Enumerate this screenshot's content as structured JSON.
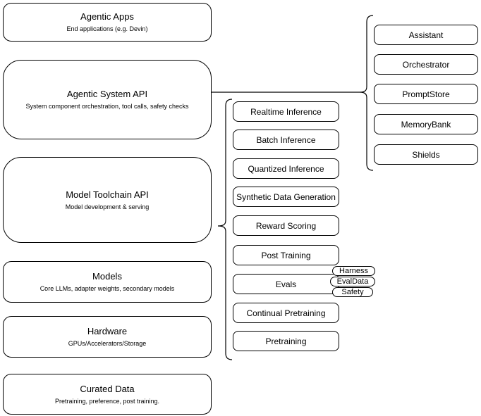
{
  "diagram": {
    "colors": {
      "stroke": "#000000",
      "node_fill": "#ffffff",
      "background": "#ffffff",
      "text": "#000000"
    },
    "left_stack": [
      {
        "title": "Agentic Apps",
        "subtitle": "End applications (e.g. Devin)"
      },
      {
        "title": "Agentic System API",
        "subtitle": "System component orchestration, tool calls, safety checks"
      },
      {
        "title": "Model Toolchain API",
        "subtitle": "Model development & serving"
      },
      {
        "title": "Models",
        "subtitle": "Core LLMs, adapter weights, secondary models"
      },
      {
        "title": "Hardware",
        "subtitle": "GPUs/Accelerators/Storage"
      },
      {
        "title": "Curated Data",
        "subtitle": "Pretraining, preference, post training."
      }
    ],
    "toolchain_group": {
      "items": [
        "Realtime Inference",
        "Batch Inference",
        "Quantized Inference",
        "Synthetic Data Generation",
        "Reward Scoring",
        "Post Training",
        "Evals",
        "Continual Pretraining",
        "Pretraining"
      ],
      "evals_tags": [
        "Harness",
        "EvalData",
        "Safety"
      ]
    },
    "system_group": {
      "items": [
        "Assistant",
        "Orchestrator",
        "PromptStore",
        "MemoryBank",
        "Shields"
      ]
    }
  }
}
